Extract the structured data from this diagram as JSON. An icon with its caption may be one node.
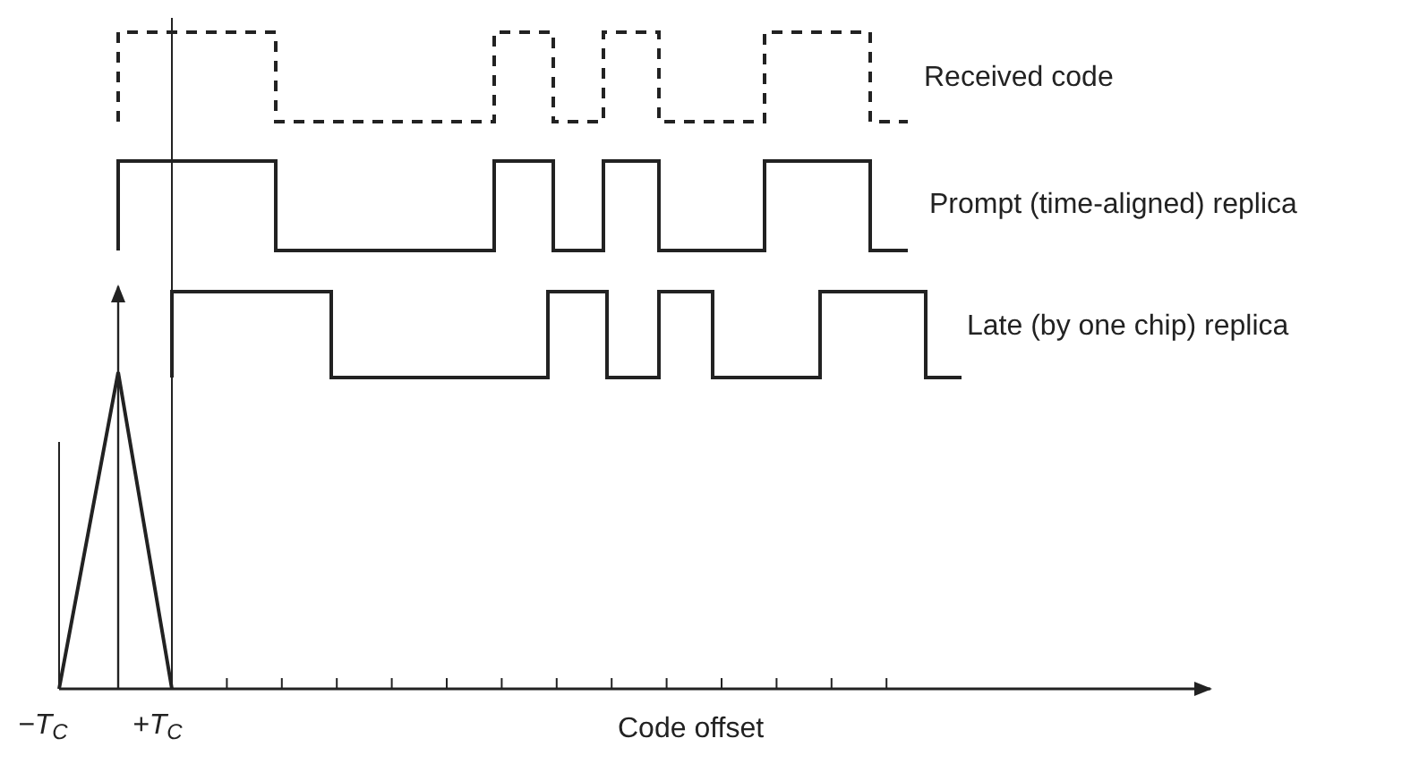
{
  "diagram": {
    "labels": [
      "Received code",
      "Prompt (time-aligned) replica",
      "Late (by one chip) replica",
      "−T$_{C}$",
      "+T$_{C}$",
      "Code offset"
    ]
  }
}
